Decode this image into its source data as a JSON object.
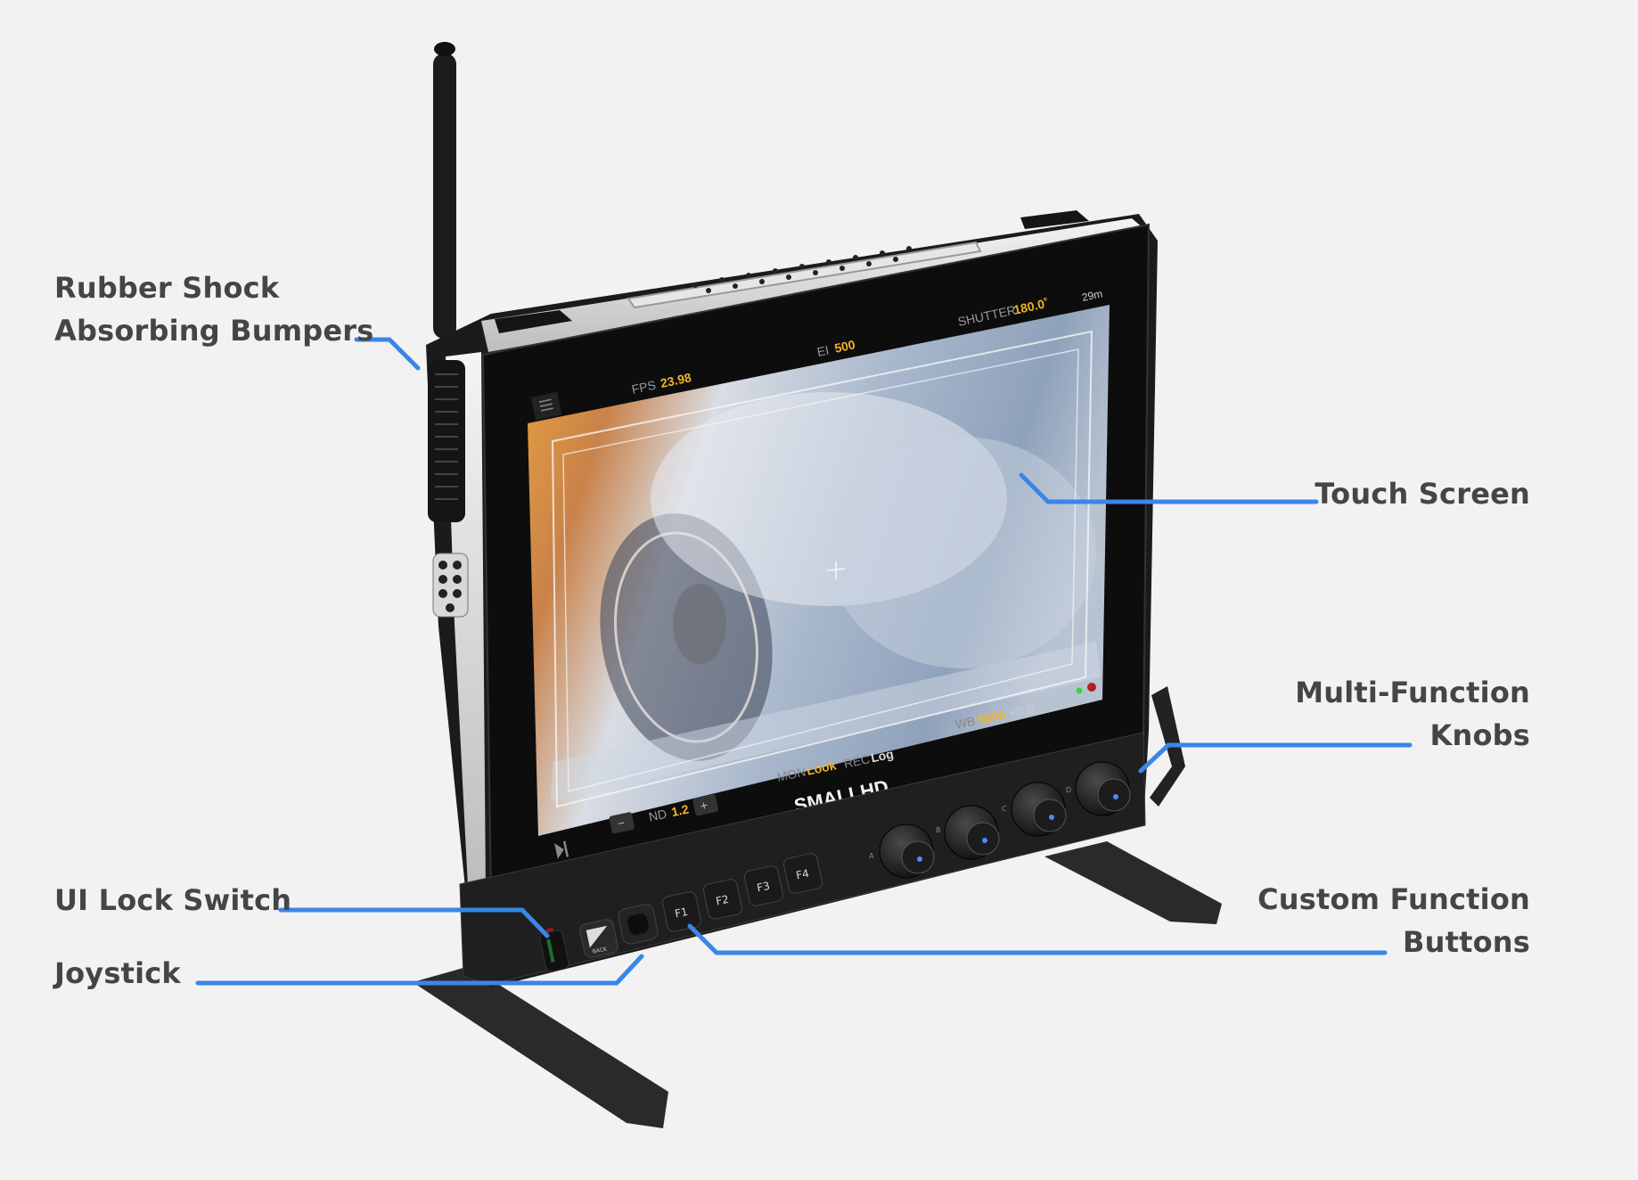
{
  "colors": {
    "background": "#f2f2f2",
    "label_text": "#454545",
    "leader_line": "#3a86e8",
    "osd_value": "#f0b429",
    "osd_key": "#9a9a9a"
  },
  "callouts": {
    "bumpers": {
      "line1": "Rubber Shock",
      "line2": "Absorbing Bumpers"
    },
    "touch_screen": {
      "line1": "Touch Screen"
    },
    "knobs": {
      "line1": "Multi-Function",
      "line2": "Knobs"
    },
    "function_buttons": {
      "line1": "Custom Function",
      "line2": "Buttons"
    },
    "ui_lock": {
      "line1": "UI Lock Switch"
    },
    "joystick": {
      "line1": "Joystick"
    }
  },
  "device": {
    "brand": "SMALLHD",
    "osd": {
      "fps_key": "FPS",
      "fps_val": "23.98",
      "ei_key": "EI",
      "ei_val": "500",
      "shutter_key": "SHUTTER",
      "shutter_val": "180.0˚",
      "time": "29m",
      "nd_minus": "−",
      "nd_key": "ND",
      "nd_val": "1.2",
      "nd_plus": "+",
      "mon_key": "MON",
      "mon_val": "Look",
      "rec_key": "REC",
      "rec_val": "Log",
      "wb_key": "WB",
      "wb_val": "5600",
      "wb_tint": "+0.0"
    },
    "buttons": {
      "back": "BACK",
      "f1": "F1",
      "f2": "F2",
      "f3": "F3",
      "f4": "F4"
    },
    "knob_labels": [
      "A",
      "B",
      "C",
      "D"
    ]
  }
}
